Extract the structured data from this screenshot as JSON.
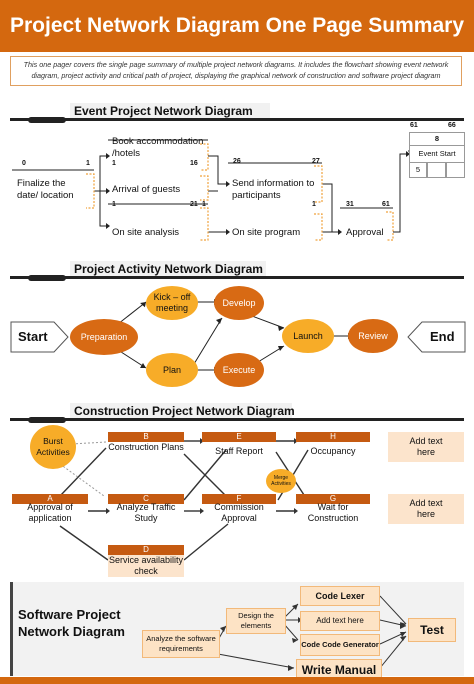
{
  "title": "Project Network Diagram One Page Summary",
  "description": "This one pager covers the single page summary of multiple project network diagrams. It includes the flowchart showing event network diagram, project activity and critical path of project, displaying the graphical network of construction and software project diagram",
  "event": {
    "title": "Event Project Network Diagram",
    "n_0": "0",
    "n_1a": "1",
    "n_1b": "1",
    "n_16": "16",
    "n_1c": "1",
    "n_21": "21",
    "n_1d": "1",
    "n_26": "26",
    "n_27": "27",
    "n_1e": "1",
    "n_31": "31",
    "n_61a": "61",
    "n_61b": "61",
    "n_66": "66",
    "finalize": "Finalize the date/ location",
    "book": "Book accommodation /hotels",
    "arrival": "Arrival of guests",
    "onsite_analysis": "On site analysis",
    "send_info": "Send information to participants",
    "onsite_program": "On site program",
    "approval": "Approval",
    "start_box_num": "8",
    "start_box_label": "Event Start",
    "start_box_cell": "5"
  },
  "activity": {
    "title": "Project Activity  Network Diagram",
    "start": "Start",
    "end": "End",
    "preparation": "Preparation",
    "kickoff": "Kick – off meeting",
    "plan": "Plan",
    "develop": "Develop",
    "execute": "Execute",
    "launch": "Launch",
    "review": "Review"
  },
  "construction": {
    "title": "Construction Project Network Diagram",
    "burst": "Burst Activities",
    "merge": "Merge Activities",
    "b_letter": "B",
    "b_text": "Construction Plans",
    "e_letter": "E",
    "e_text": "Staff Report",
    "h_letter": "H",
    "h_text": "Occupancy",
    "a_letter": "A",
    "a_text": "Approval of application",
    "c_letter": "C",
    "c_text": "Analyze Traffic Study",
    "f_letter": "F",
    "f_text": "Commission Approval",
    "g_letter": "G",
    "g_text": "Wait for Construction",
    "d_letter": "D",
    "d_text": "Service availability check",
    "add_text_1": "Add text here",
    "add_text_2": "Add text here"
  },
  "software": {
    "title": "Software Project Network Diagram",
    "analyze": "Analyze the software requirements",
    "design": "Design the elements",
    "code_lexer": "Code Lexer",
    "add_text": "Add text here",
    "code_gen": "Code Code Generator",
    "write_manual": "Write Manual",
    "test": "Test"
  },
  "colors": {
    "orange": "#d4680f",
    "dark_orange": "#c55a11",
    "yellow": "#f7ac28",
    "peach": "#fce4cc"
  }
}
